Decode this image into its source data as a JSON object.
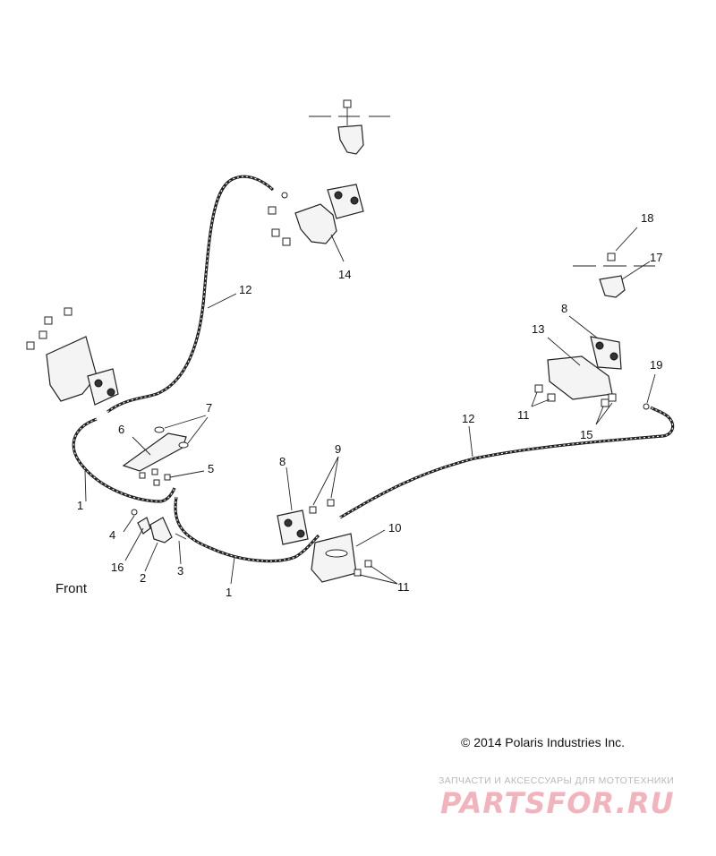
{
  "labels": {
    "front": "Front",
    "copyright": "© 2014 Polaris Industries Inc.",
    "watermark_subtitle": "ЗАПЧАСТИ И АКСЕССУАРЫ ДЛЯ МОТОТЕХНИКИ",
    "watermark_logo": "PARTSFOR.RU"
  },
  "callouts": {
    "c1a": "1",
    "c1b": "1",
    "c2": "2",
    "c3": "3",
    "c4": "4",
    "c5": "5",
    "c6": "6",
    "c7": "7",
    "c8a": "8",
    "c8b": "8",
    "c9": "9",
    "c10": "10",
    "c11a": "11",
    "c11b": "11",
    "c12a": "12",
    "c12b": "12",
    "c13": "13",
    "c14": "14",
    "c15": "15",
    "c16": "16",
    "c17": "17",
    "c18": "18",
    "c19": "19"
  },
  "colors": {
    "line": "#222222",
    "watermark_red": "#f2b3bd",
    "watermark_gray": "#b9b9b9"
  }
}
